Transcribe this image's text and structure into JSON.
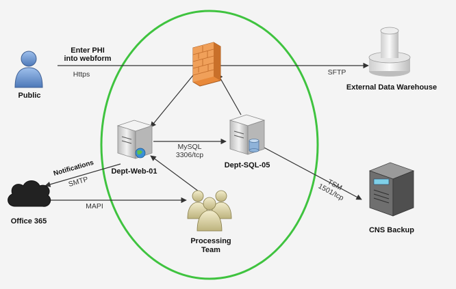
{
  "colors": {
    "boundary": "#3fc33f",
    "arrow": "#333333",
    "firewall": "#e8893a",
    "server": "#d9d9d9",
    "person": "#6f95c9",
    "team": "#e3dcb0",
    "cloud": "#222222",
    "backup": "#6b6b6b"
  },
  "nodes": {
    "public": "Public",
    "external_dw": "External Data Warehouse",
    "web": "Dept-Web-01",
    "sql": "Dept-SQL-05",
    "office365": "Office 365",
    "processing": "Processing\nTeam",
    "cns_backup": "CNS Backup"
  },
  "edges": {
    "enter_phi": "Enter PHI\ninto webform",
    "https": "Https",
    "sftp": "SFTP",
    "mysql": "MySQL\n3306/tcp",
    "notifications": "Notifications",
    "smtp": "SMTP",
    "mapi": "MAPI",
    "tsm": "TSM\n1501/tcp"
  },
  "icons": {
    "firewall": "firewall-icon",
    "person": "person-icon",
    "server": "server-icon",
    "cloud": "cloud-icon",
    "team": "group-icon",
    "tank": "storage-tank-icon",
    "backup": "backup-server-icon"
  }
}
